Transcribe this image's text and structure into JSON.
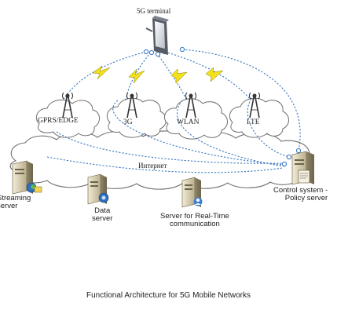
{
  "diagram": {
    "terminal_label": "5G terminal",
    "networks": [
      {
        "label": "GPRS/EDGE"
      },
      {
        "label": "3G"
      },
      {
        "label": "WLAN"
      },
      {
        "label": "LTE"
      }
    ],
    "internet_label": "Интернет",
    "servers": {
      "streaming": [
        "Streaming",
        "server"
      ],
      "data": [
        "Data",
        "server"
      ],
      "realtime": [
        "Server for Real-Time",
        "communication"
      ],
      "control": [
        "Control system -",
        "Policy server"
      ]
    },
    "caption": "Functional Architecture for 5G Mobile Networks"
  }
}
